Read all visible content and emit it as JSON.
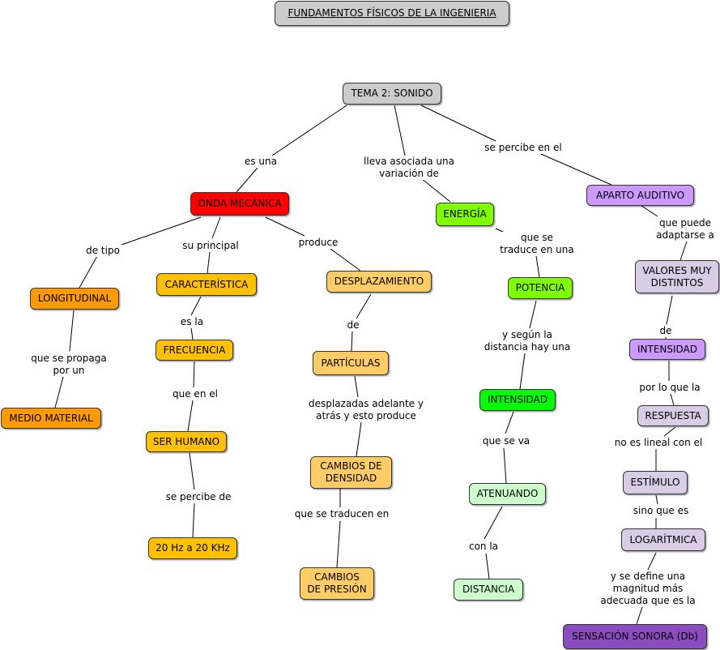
{
  "title": "FUNDAMENTOS FÍSICOS DE LA INGENIERIA",
  "nodes": {
    "tema": "TEMA 2: SONIDO",
    "onda": "ONDA MECÁNICA",
    "energia": "ENERGÍA",
    "aparato": "APARTO AUDITIVO",
    "longitudinal": "LONGITUDINAL",
    "medio": "MEDIO MATERIAL",
    "caracteristica": "CARACTERÍSTICA",
    "frecuencia": "FRECUENCIA",
    "ser_humano": "SER HUMANO",
    "rango": "20 Hz a 20 KHz",
    "desplazamiento": "DESPLAZAMIENTO",
    "particulas": "PARTÍCULAS",
    "cambios_densidad": "CAMBIOS DE\nDENSIDAD",
    "cambios_presion": "CAMBIOS\nDE PRESIÓN",
    "potencia": "POTENCIA",
    "intensidad_verde": "INTENSIDAD",
    "atenuando": "ATENUANDO",
    "distancia": "DISTANCIA",
    "valores": "VALORES MUY\nDISTINTOS",
    "intensidad_violeta": "INTENSIDAD",
    "respuesta": "RESPUESTA",
    "estimulo": "ESTÍMULO",
    "logaritmica": "LOGARÍTMICA",
    "sensacion": "SENSACIÓN SONORA (Db)"
  },
  "links": {
    "es_una": "es una",
    "lleva": "lleva asociada una\nvariación de",
    "se_percibe_en_el": "se percibe en el",
    "de_tipo": "de tipo",
    "su_principal": "su principal",
    "produce": "produce",
    "que_se_propaga": "que se propaga\npor un",
    "es_la": "es la",
    "que_en_el": "que en el",
    "se_percibe_de": "se percibe de",
    "de_particulas": "de",
    "desplazadas": "desplazadas adelante y\natrás y esto produce",
    "que_se_traducen": "que se traducen en",
    "que_se_traduce": "que se\ntraduce en una",
    "y_segun": "y según la\ndistancia hay una",
    "que_se_va": "que se va",
    "con_la": "con la",
    "que_puede": "que puede\nadaptarse a",
    "de_intensidad": "de",
    "por_lo_que": "por lo que la",
    "no_es_lineal": "no es lineal con el",
    "sino_que": "sino que es",
    "y_se_define": "y se define una\nmagnitud más\nadecuada que es la"
  }
}
